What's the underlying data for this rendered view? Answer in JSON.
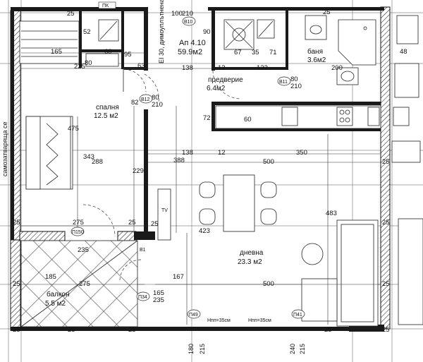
{
  "apartment": {
    "title": "Ап 4.10",
    "area": "59.9м2",
    "door_note": "EI 30, димоуплътнена, самозатваряща се",
    "left_door_note": "самозатваряща се"
  },
  "rooms": {
    "bedroom": {
      "name": "спалня",
      "area": "12.5 м2"
    },
    "hall": {
      "name": "предверие",
      "area": "6.4м2"
    },
    "bath": {
      "name": "баня",
      "area": "3.6м2"
    },
    "living": {
      "name": "дневна",
      "area": "23.3 м2"
    },
    "balcony": {
      "name": "балкон",
      "area": "5.5 м2"
    }
  },
  "tags": {
    "top_label": "ПК",
    "b10": "В10",
    "b11": "В11",
    "b12": "В12",
    "p150": "П150",
    "p134": "П34",
    "p149": "П49",
    "p141": "П41",
    "b1": "В1",
    "tv": "TV",
    "sill_1": "Нпп=35см",
    "sill_2": "Нпп=35см"
  },
  "dims": {
    "d25": "25",
    "d52": "52",
    "d165": "165",
    "d60": "60",
    "d95": "95",
    "d225": "225",
    "d80": "80",
    "d63": "63",
    "d138": "138",
    "d90": "90",
    "d12": "12",
    "d122": "122",
    "d67": "67",
    "d35": "35",
    "d71": "71",
    "d200": "200",
    "d48": "48",
    "d210": "210",
    "d100": "100",
    "d82": "82",
    "d72": "72",
    "d475": "475",
    "d343": "343",
    "d288": "288",
    "d229": "229",
    "d388": "388",
    "d500": "500",
    "d350": "350",
    "d483": "483",
    "d423": "423",
    "d275": "275",
    "d235": "235",
    "d185": "185",
    "d167": "167",
    "d180": "180",
    "d215": "215",
    "d240": "240"
  }
}
